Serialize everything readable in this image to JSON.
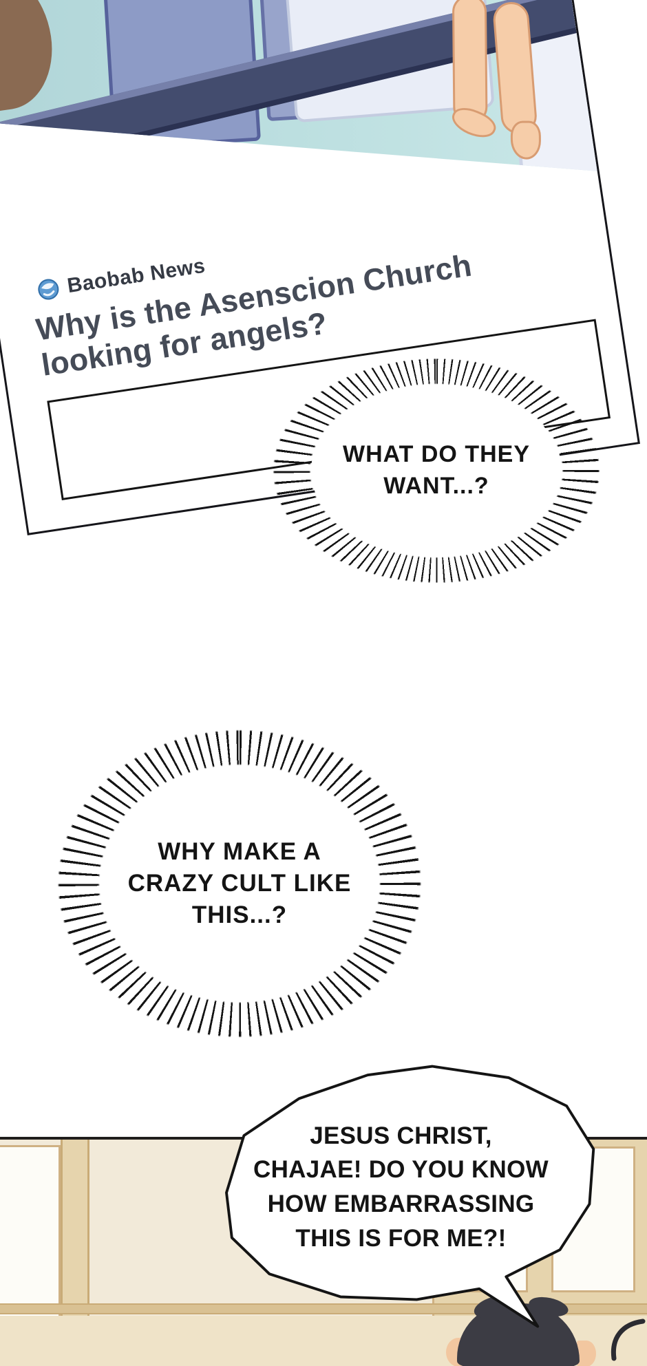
{
  "news_card": {
    "source_label": "Baobab News",
    "headline": "Why is the Asenscion Church looking for angels?"
  },
  "bubbles": {
    "thought1": "WHAT DO THEY\nWANT...?",
    "thought2": "WHY MAKE A\nCRAZY CULT LIKE\nTHIS...?",
    "speech1": "JESUS CHRIST,\nCHAJAE! DO YOU KNOW\nHOW EMBARRASSING\nTHIS IS FOR ME?!"
  },
  "colors": {
    "teal_backdrop": "#b9dcdd",
    "bed_frame_navy": "#434c6e",
    "curtain_blue": "#8d9bc6",
    "skin_tone": "#f6cda9",
    "ink_black": "#141414",
    "wall_cream": "#f2ead9",
    "window_frame_tan": "#e6d4ad",
    "hair_dark_gray": "#3c3c44",
    "globe_blue": "#5e9bd2",
    "headline_gray": "#454b57"
  }
}
